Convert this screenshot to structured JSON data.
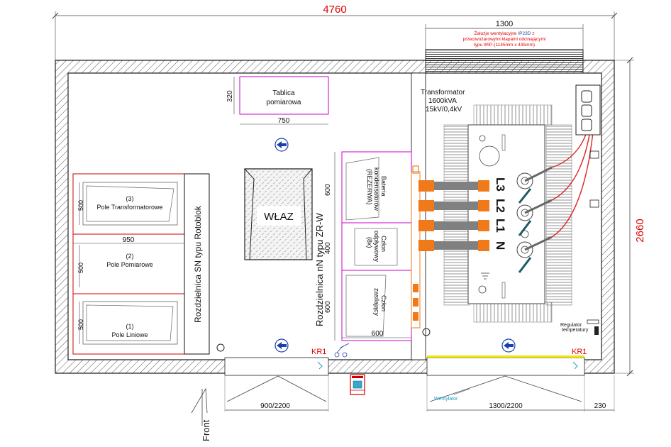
{
  "dimensions": {
    "total_width": "4760",
    "height": "2660",
    "louvre_width": "1300",
    "tablica_h": "320",
    "tablica_w": "750",
    "pole3_h": "500",
    "pole2_h": "500",
    "pole1_h": "500",
    "pole_w": "950",
    "bat_h": "600",
    "kond_h": "400",
    "zas_h": "600",
    "zr_w": "600",
    "door_left": "900/2200",
    "door_right": "1300/2200",
    "side_gap": "230"
  },
  "louvre_note": {
    "line1a": "Żaluzje wentylacyjne ",
    "line1b": "IP23D",
    "line1c": " z",
    "line2": "przeciwożarowymi klapami odcinającymi",
    "line3": "typu WIP-(1145mm x 435mm)"
  },
  "rooms": {
    "tablica_line1": "Tablica",
    "tablica_line2": "pomiarowa",
    "wlaz": "WŁAZ",
    "rotoblok": "Rozdzielnica SN typu Rotoblok",
    "zrw": "Rozdzielnica nN typu ZR-W"
  },
  "fields": {
    "pole3_num": "(3)",
    "pole3_name": "Pole Transformatorowe",
    "pole2_num": "(2)",
    "pole2_name": "Pole Pomiarowe",
    "pole1_num": "(1)",
    "pole1_name": "Pole Liniowe"
  },
  "zrw_cells": {
    "bat_l1": "Bateria",
    "bat_l2": "kondensatorów",
    "bat_l3": "(REZERWA)",
    "odp_l1": "Człon",
    "odp_l2": "odpływowy",
    "odp_l3": "(8x)",
    "zas_l1": "Człon",
    "zas_l2": "zasilający"
  },
  "transformer": {
    "line1": "Transformator",
    "line2": "1600kVA",
    "line3": "15kV/0,4kV",
    "phase_l3": "L3",
    "phase_l2": "L2",
    "phase_l1": "L1",
    "phase_n": "N"
  },
  "labels": {
    "kr1_left": "KR1",
    "kr1_right": "KR1",
    "regulator_l1": "Regulator",
    "regulator_l2": "temperatury",
    "wentylator": "Wentylator",
    "front": "Front"
  },
  "colors": {
    "wall_hatch": "#555555",
    "rn_border": "#cc00cc",
    "sn_border": "#cc0000",
    "busbar": "#f07a1a",
    "cable": "#808080",
    "hv_cable": "#dd2222",
    "dimension_red": "#e00000",
    "sign_blue": "#1a3fb0",
    "wentylator_cyan": "#1aa0c8",
    "sill_yellow": "#f2e600"
  }
}
